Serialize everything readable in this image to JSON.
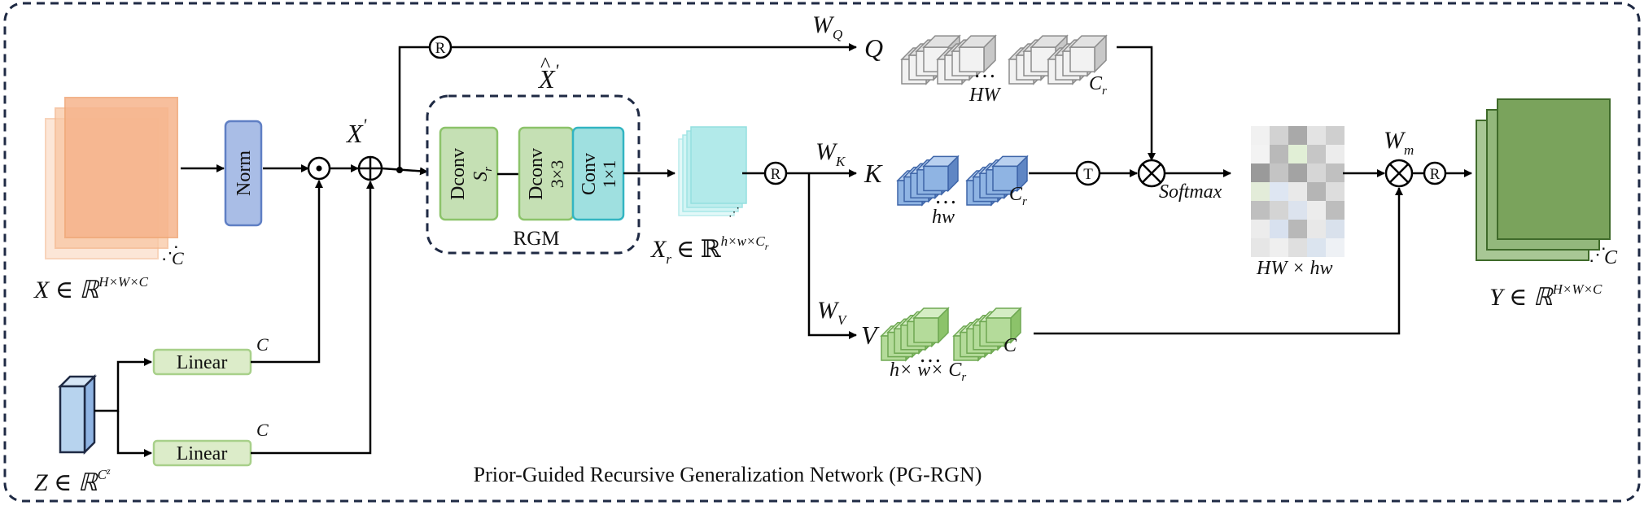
{
  "caption": "Prior-Guided Recursive Generalization Network (PG-RGN)",
  "colors": {
    "frame": "#1f2a44",
    "input_orange": "#f6b48c",
    "norm_blue": "#a9bde6",
    "linear_green": "#dcecc9",
    "z_blue": "#b7d3ee",
    "rgm_green": "#c5e0b4",
    "rgm_cyan": "#9fe0e0",
    "xr_cyan": "#b8eeee",
    "q_gray": "#dcdcdc",
    "k_blue": "#8fb4e3",
    "v_green": "#b4db9a",
    "output_green": "#7aa35c"
  },
  "blocks": {
    "norm": "Norm",
    "linear_1": "Linear",
    "linear_2": "Linear",
    "dconv_1": "Dconv",
    "dconv_1_sub": "S",
    "dconv_1_sub_index": "r",
    "dconv_2": "Dconv",
    "dconv_2_sub": "3×3",
    "conv": "Conv",
    "conv_sub": "1×1",
    "rgm": "RGM"
  },
  "symbols": {
    "r_badge": "R",
    "t_badge": "T",
    "dot_op": "⊙",
    "plus_op": "⊕",
    "times_op": "⊗",
    "softmax": "Softmax"
  },
  "labels": {
    "x_input": "X ∈ ℝ",
    "x_input_sup": "H×W×C",
    "z_input": "Z ∈ ℝ",
    "z_input_sup_base": "C",
    "z_input_sup_sup": "z",
    "y_output": "Y ∈ ℝ",
    "y_output_sup": "H×W×C",
    "x_prime": "X",
    "x_prime_mark": "'",
    "x_hat": "X",
    "x_hat_accent": "^",
    "x_hat_mark": "'",
    "xr": "X",
    "xr_sub": "r",
    "xr_in": "∈ ℝ",
    "xr_sup": "h×w×C",
    "xr_sup_sub": "r",
    "c_x": "C",
    "c_y": "C",
    "c_lin1": "C",
    "c_lin2": "C",
    "wq": "W",
    "wq_sub": "Q",
    "wk": "W",
    "wk_sub": "K",
    "wv": "W",
    "wv_sub": "V",
    "wm": "W",
    "wm_sub": "m",
    "q": "Q",
    "k": "K",
    "v": "V",
    "q_dim_left": "HW",
    "q_dim_right": "C",
    "q_dim_right_sub": "r",
    "k_dim_left": "hw",
    "k_dim_right": "C",
    "k_dim_right_sub": "r",
    "v_dim_left": "h× w× C",
    "v_dim_left_sub": "r",
    "v_dim_right": "C",
    "attn_dim": "HW × hw",
    "ellipsis": "…"
  },
  "attention_grid": [
    [
      "#f1f1f1",
      "#d2d2d2",
      "#a9a9a9",
      "#e3e3e3",
      "#cfcfcf"
    ],
    [
      "#f3f3f3",
      "#b9b9b9",
      "#e1efd6",
      "#c6c6c6",
      "#ececec"
    ],
    [
      "#9a9a9a",
      "#c4c4c4",
      "#a3a3a3",
      "#d6d6d6",
      "#c0c0c0"
    ],
    [
      "#e3ecd9",
      "#dee6f2",
      "#e9e9e9",
      "#b5b5b5",
      "#dddddd"
    ],
    [
      "#bfbfbf",
      "#d4d4d4",
      "#dce3ee",
      "#ececec",
      "#bdbdbd"
    ],
    [
      "#ececec",
      "#d8e1ef",
      "#b8b8b8",
      "#e8e8e8",
      "#d9e1ec"
    ],
    [
      "#e6e6e6",
      "#efefef",
      "#dfdfdf",
      "#dbe4ef",
      "#eef1f5"
    ]
  ]
}
